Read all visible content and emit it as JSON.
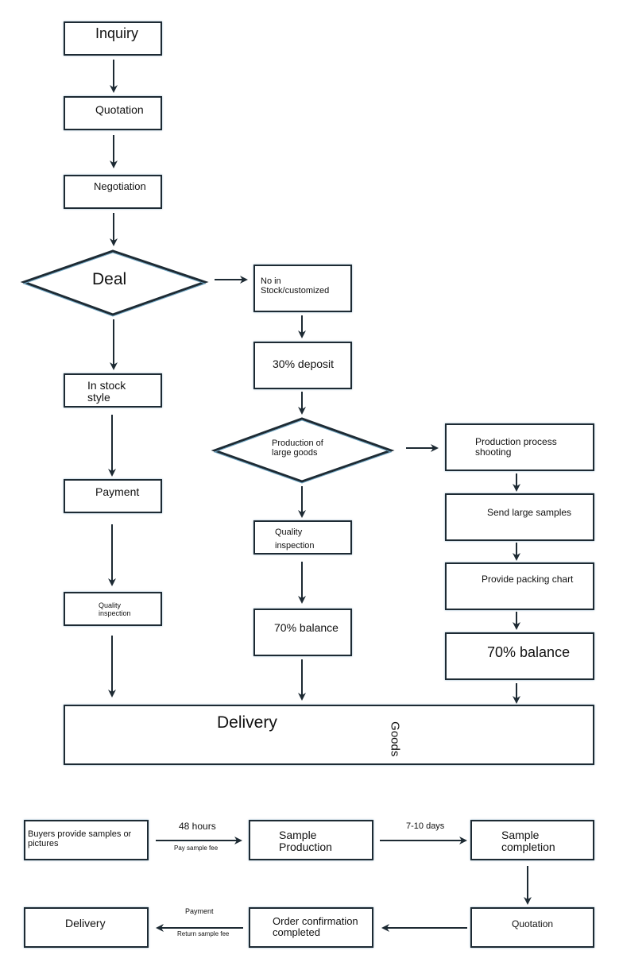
{
  "colors": {
    "stroke": "#1d2a33",
    "accent": "#6fa6c4",
    "text": "#111111"
  },
  "flow": {
    "inquiry": "Inquiry",
    "quotation": "Quotation",
    "negotiation": "Negotiation",
    "deal": "Deal",
    "no_stock": "No in\nStock/customized",
    "deposit": "30% deposit",
    "in_stock": "In stock\nstyle",
    "production": "Production of\nlarge goods",
    "process_shooting": "Production process\nshooting",
    "payment": "Payment",
    "quality_left": "Quality\ninspection",
    "quality_mid": "Quality\n   inspection",
    "send_samples": "Send large samples",
    "packing_chart": "Provide packing chart",
    "balance_mid": "70% balance",
    "balance_right": "70% balance",
    "delivery": "Delivery",
    "goods": "Goods"
  },
  "sample_flow": {
    "buyers": "Buyers provide samples or\npictures",
    "hours_48": "48 hours",
    "pay_fee": "Pay sample fee",
    "sample_production": "Sample\nProduction",
    "days": "7-10 days",
    "sample_completion": "Sample\ncompletion",
    "delivery": "Delivery",
    "payment": "Payment",
    "return_fee": "Return sample fee",
    "order_confirm": "Order confirmation\ncompleted",
    "quotation": "Quotation"
  }
}
